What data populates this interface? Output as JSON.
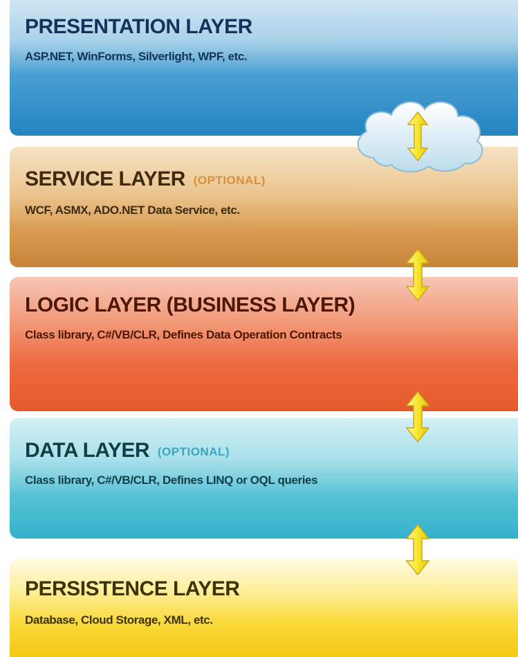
{
  "layers": [
    {
      "title": "PRESENTATION LAYER",
      "tag": "",
      "desc": "ASP.NET, WinForms, Silverlight, WPF, etc."
    },
    {
      "title": "SERVICE LAYER",
      "tag": "(OPTIONAL)",
      "desc": "WCF, ASMX, ADO.NET Data Service, etc."
    },
    {
      "title": "LOGIC LAYER (BUSINESS LAYER)",
      "tag": "",
      "desc": "Class library, C#/VB/CLR, Defines Data Operation Contracts"
    },
    {
      "title": "DATA LAYER",
      "tag": "(OPTIONAL)",
      "desc": "Class library, C#/VB/CLR, Defines LINQ or OQL queries"
    },
    {
      "title": "PERSISTENCE LAYER",
      "tag": "",
      "desc": "Database, Cloud Storage, XML, etc."
    }
  ],
  "colors": {
    "presentation": "#2385c1",
    "service": "#d79b50",
    "logic": "#ec6a3f",
    "data": "#55c1d6",
    "persistence": "#f9d93a",
    "arrow": "#f7e62a",
    "cloud": "#e3f1f8"
  },
  "icons": {
    "cloud": "cloud-icon",
    "arrow": "double-arrow-icon"
  }
}
